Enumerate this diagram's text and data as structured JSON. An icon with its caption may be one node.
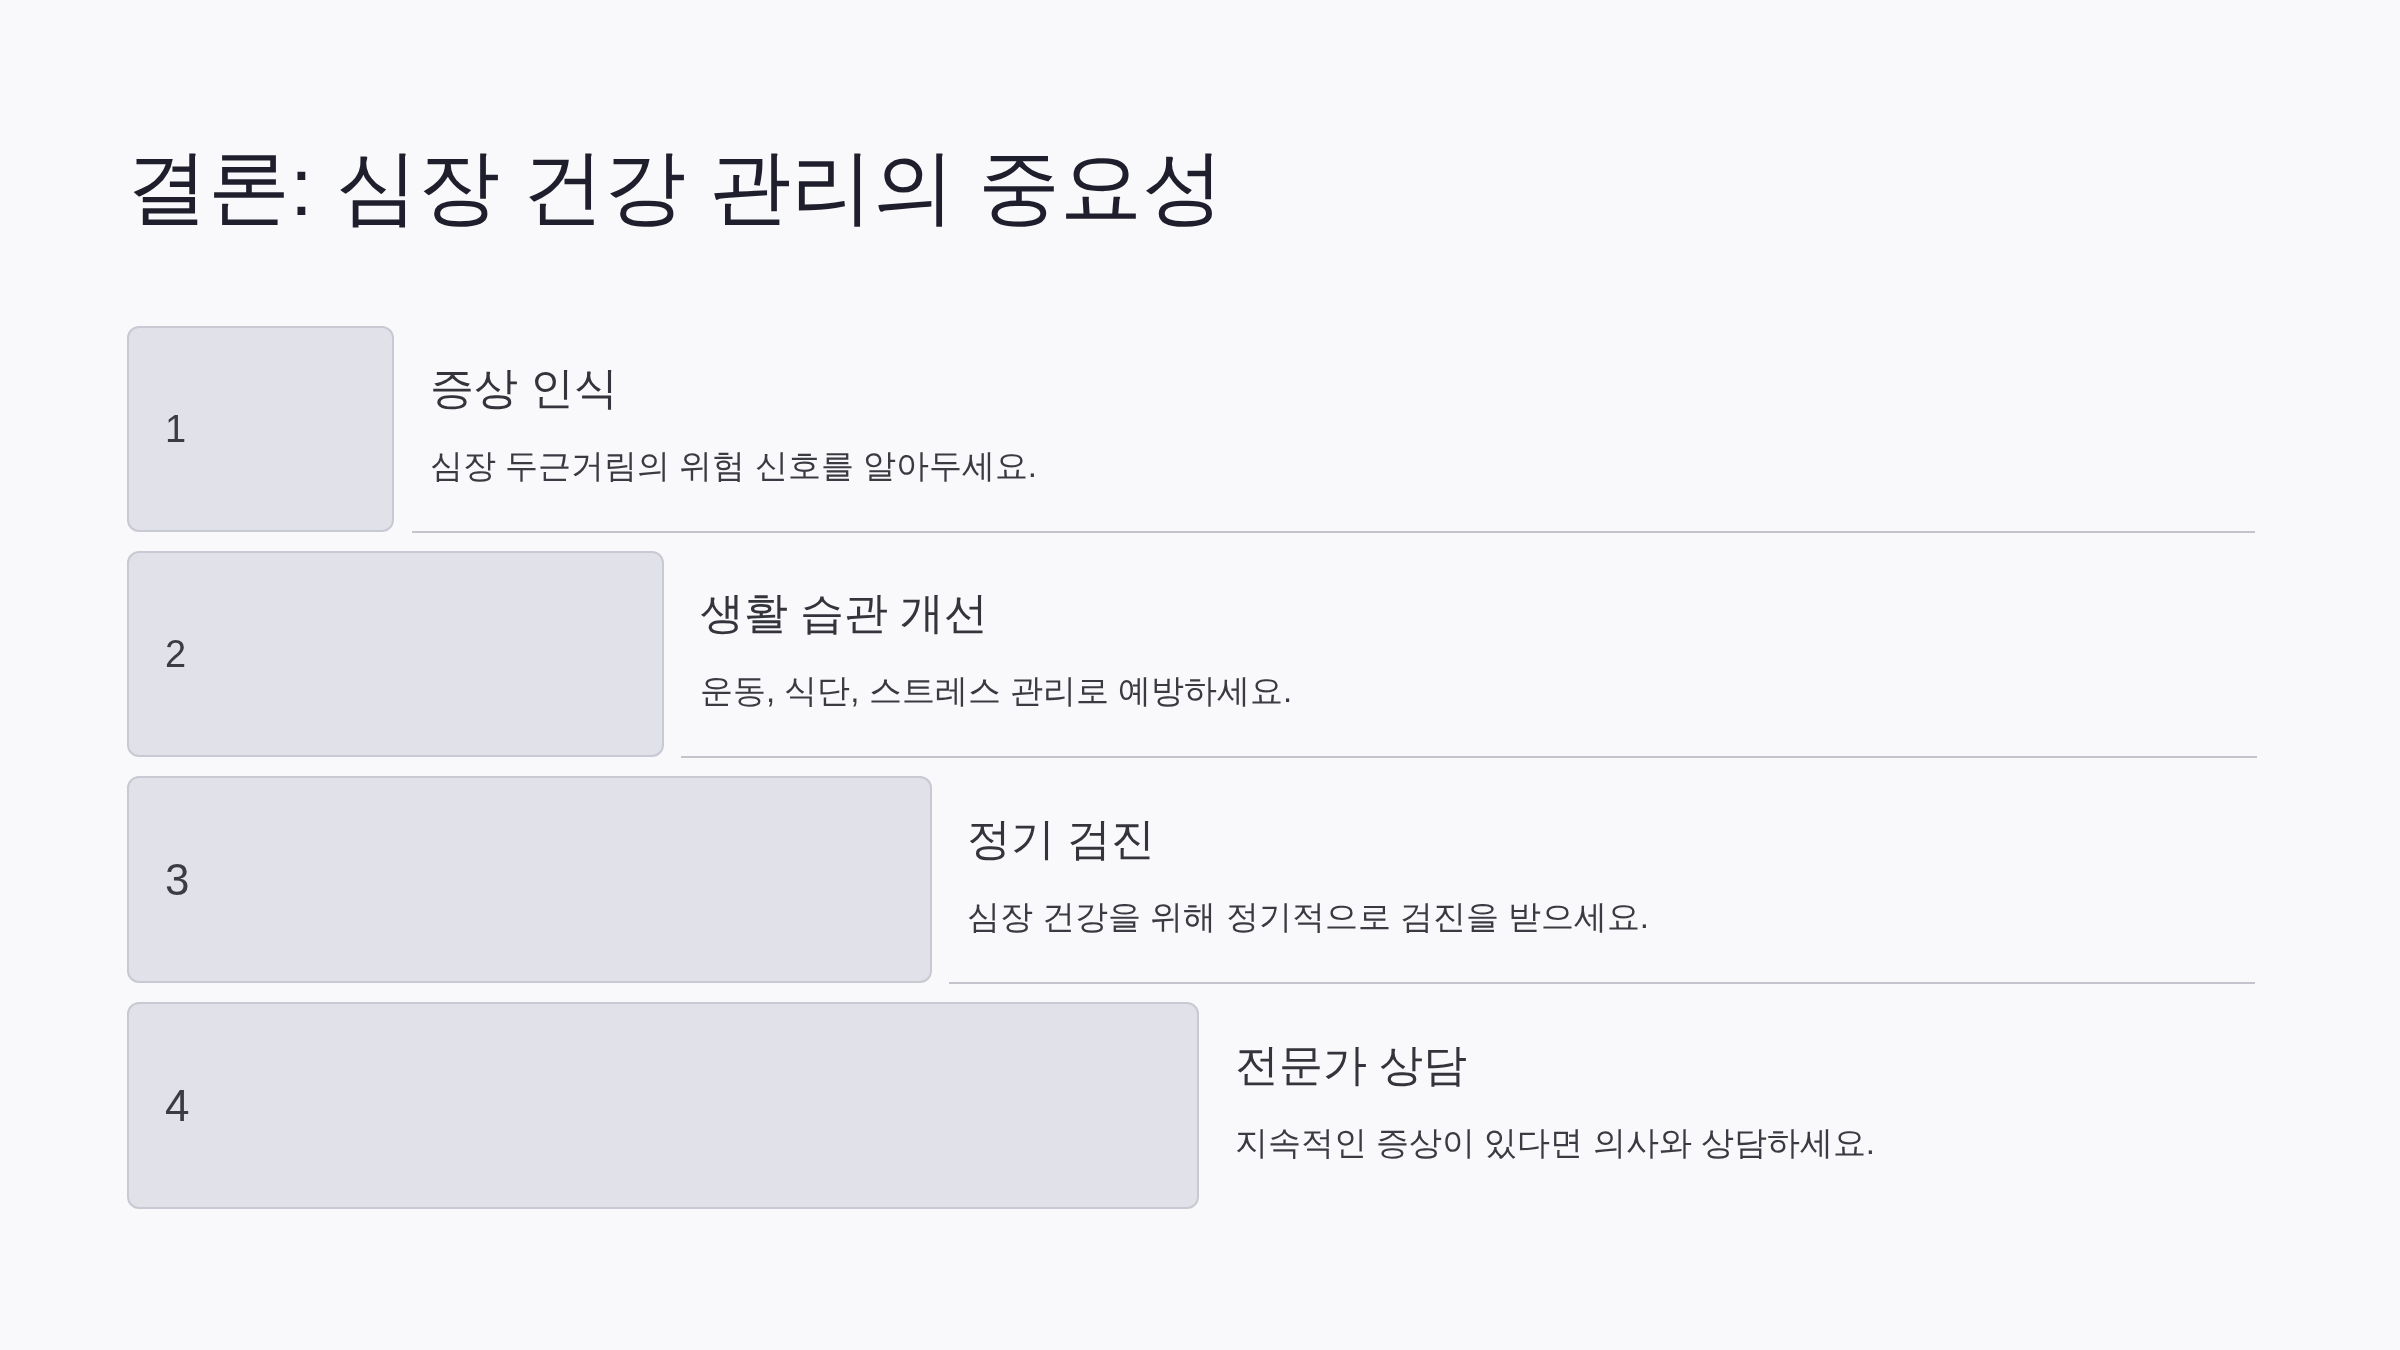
{
  "diagram": {
    "title": "결론: 심장 건강 관리의 중요성",
    "nodes": [
      {
        "text": [
          "1"
        ],
        "beside": [
          "증상 인식",
          "심장 두근거림의 위험 신호를 알아두세요."
        ]
      },
      {
        "text": [
          "2"
        ],
        "beside": [
          "생활 습관 개선",
          "운동, 식단, 스트레스 관리로 예방하세요."
        ]
      },
      {
        "text": [
          "3"
        ],
        "beside": [
          "정기 검진",
          "심장 건강을 위해 정기적으로 검진을 받으세요."
        ]
      },
      {
        "text": [
          "4"
        ],
        "beside": [
          "전문가 상담",
          "지속적인 증상이 있다면 의사와 상담하세요."
        ]
      }
    ]
  }
}
